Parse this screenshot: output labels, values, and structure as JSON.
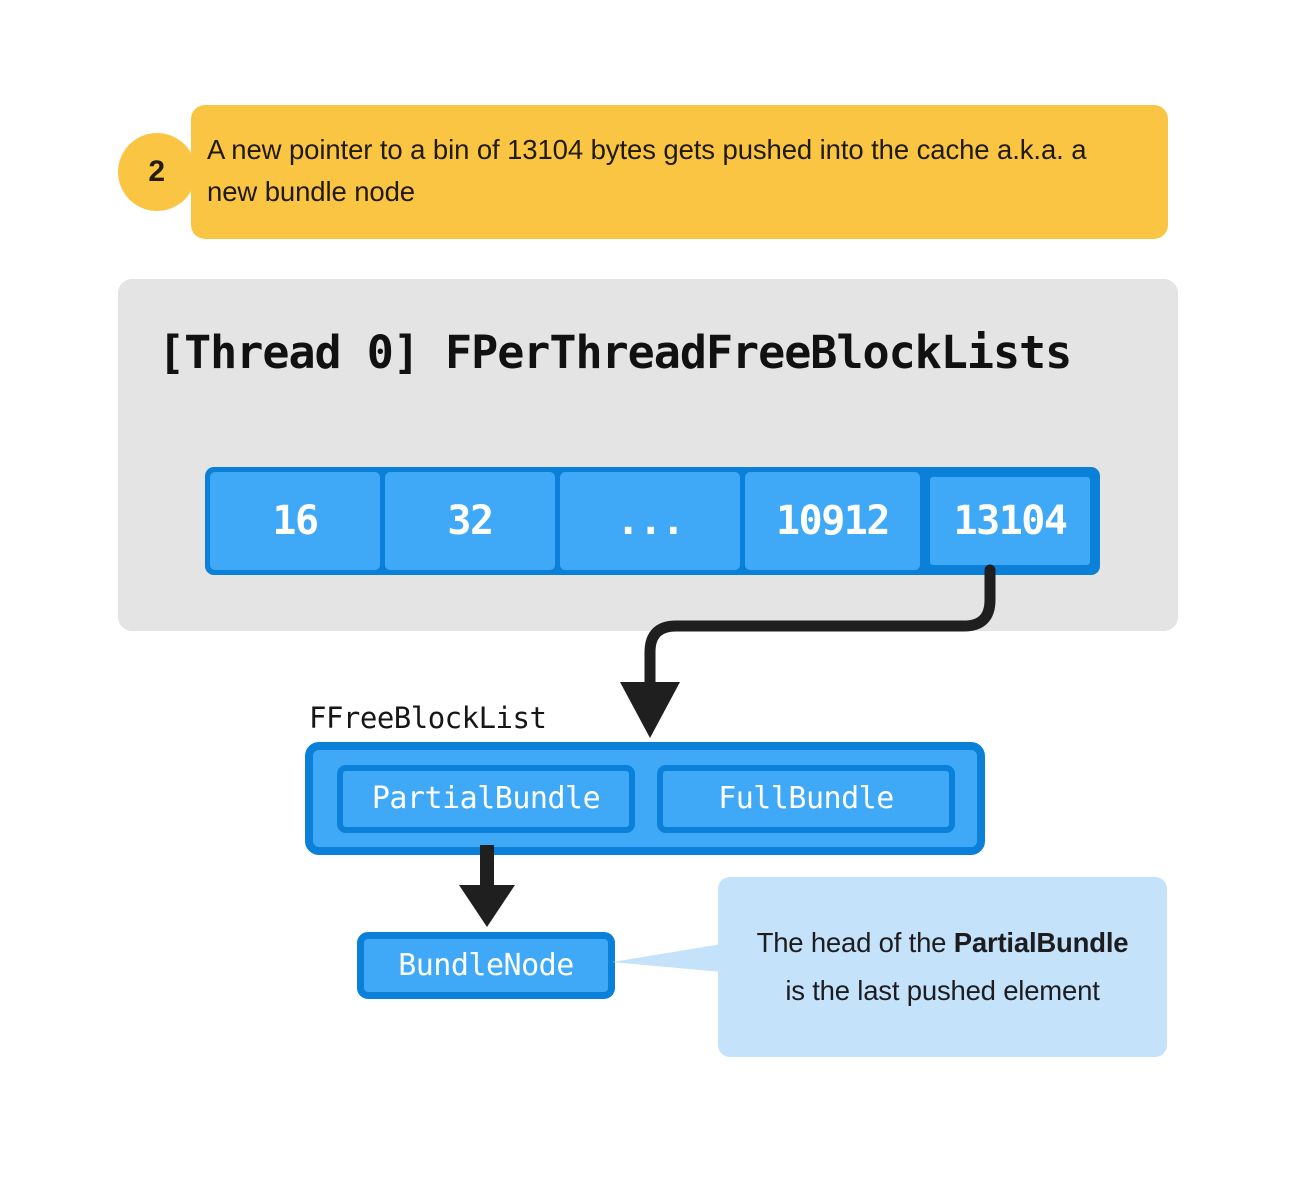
{
  "step": {
    "number": "2",
    "text": "A new pointer to a bin of 13104 bytes gets pushed into the cache a.k.a. a new bundle node"
  },
  "panel": {
    "title": "[Thread 0] FPerThreadFreeBlockLists",
    "bins": [
      {
        "label": "16",
        "highlighted": false
      },
      {
        "label": "32",
        "highlighted": false
      },
      {
        "label": "...",
        "highlighted": false
      },
      {
        "label": "10912",
        "highlighted": false
      },
      {
        "label": "13104",
        "highlighted": true
      }
    ]
  },
  "free_block_list": {
    "label": "FFreeBlockList",
    "bundles": [
      {
        "label": "PartialBundle"
      },
      {
        "label": "FullBundle"
      }
    ]
  },
  "bundle_node": {
    "label": "BundleNode"
  },
  "tooltip": {
    "line1": "The head of the",
    "bold": "PartialBundle",
    "line2_rest": " is the last",
    "line3": "pushed element"
  },
  "colors": {
    "accent_yellow": "#FBC544",
    "panel_gray": "#E4E4E4",
    "blue_fill": "#3FA9F7",
    "blue_border": "#0B80D8",
    "tooltip_blue": "#C5E2FB",
    "arrow_black": "#1f1f1f"
  }
}
